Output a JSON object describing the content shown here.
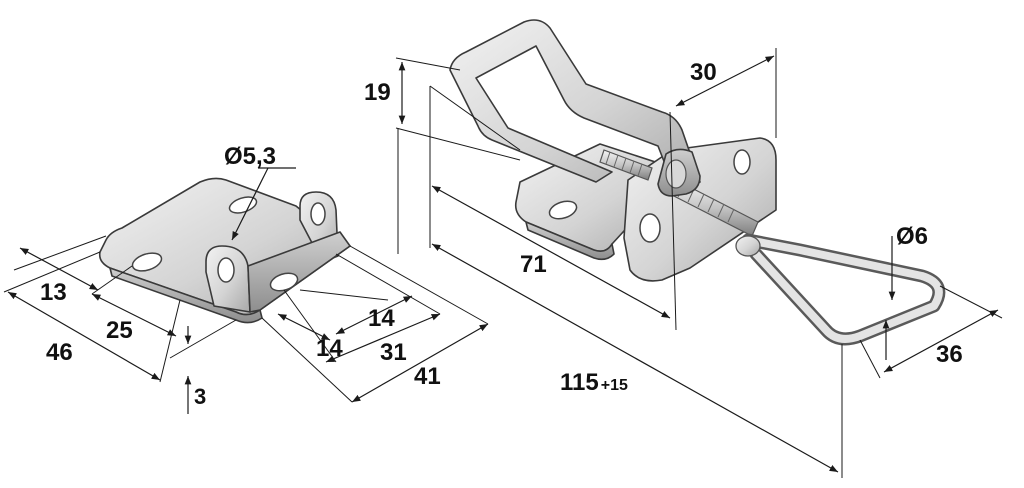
{
  "dimensions": {
    "hole_diameter_plate": "Ø5,3",
    "plate_depth": "13",
    "plate_hole_offset": "25",
    "plate_width": "46",
    "thickness": "3",
    "hole_spacing_a": "14",
    "hole_spacing_b": "14",
    "bracket_width": "31",
    "overall_base": "41",
    "lever_height": "19",
    "body_width": "30",
    "body_length": "71",
    "loop_diameter": "Ø6",
    "loop_width": "36",
    "total_length": "115",
    "total_length_tolerance": "+15"
  },
  "colors": {
    "metal_light": "#e6e6e6",
    "metal_mid": "#c9c9c9",
    "metal_dark": "#9a9a9a",
    "line": "#1a1a1a"
  }
}
